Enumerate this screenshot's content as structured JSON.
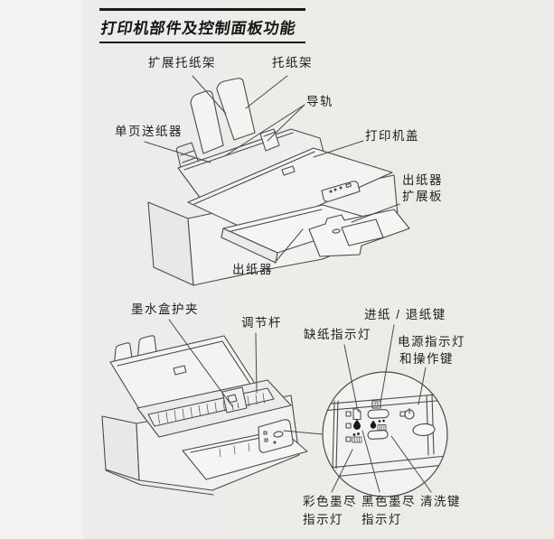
{
  "title": "打印机部件及控制面板功能",
  "colors": {
    "page_bg": "#edecea",
    "left_margin_strip": "#f3f2f0",
    "line_art": "#4a4a4a",
    "text": "#1d1d1d",
    "fill_light": "#f4f3f1",
    "fill_shade": "#e9e8e6",
    "ink_black": "#1a1a1a"
  },
  "top_diagram": {
    "labels": {
      "extended_paper_support": "扩展托纸架",
      "paper_support": "托纸架",
      "edge_guide": "导轨",
      "sheet_feeder": "单页送纸器",
      "printer_cover": "打印机盖",
      "output_tray_extension_l1": "出纸器",
      "output_tray_extension_l2": "扩展板",
      "output_tray": "出纸器"
    }
  },
  "bottom_diagram": {
    "labels": {
      "ink_cartridge_clamp": "墨水盒护夹",
      "adjust_lever": "调节杆",
      "load_eject_button": "进纸 / 退纸键",
      "paper_out_light": "缺纸指示灯",
      "power_light_l1": "电源指示灯",
      "power_light_l2": "和操作键",
      "color_ink_out_l1": "彩色墨尽",
      "color_ink_out_l2": "指示灯",
      "black_ink_out_l1": "黑色墨尽",
      "black_ink_out_l2": "指示灯",
      "cleaning_button": "清洗键"
    },
    "control_panel_icons": [
      {
        "name": "paper-out-light-icon",
        "glyph": "paper-sheet"
      },
      {
        "name": "load-eject-button-icon",
        "glyph": "paper-feed-button"
      },
      {
        "name": "power-light-icon",
        "glyph": "power-symbol"
      },
      {
        "name": "operate-button-icon",
        "glyph": "oval-button"
      },
      {
        "name": "black-ink-out-light-icon",
        "glyph": "solid-ink-drop"
      },
      {
        "name": "cleaning-button-icon",
        "glyph": "ink-drops-button"
      },
      {
        "name": "color-ink-out-light-icon",
        "glyph": "hatched-ink-drops"
      }
    ]
  }
}
